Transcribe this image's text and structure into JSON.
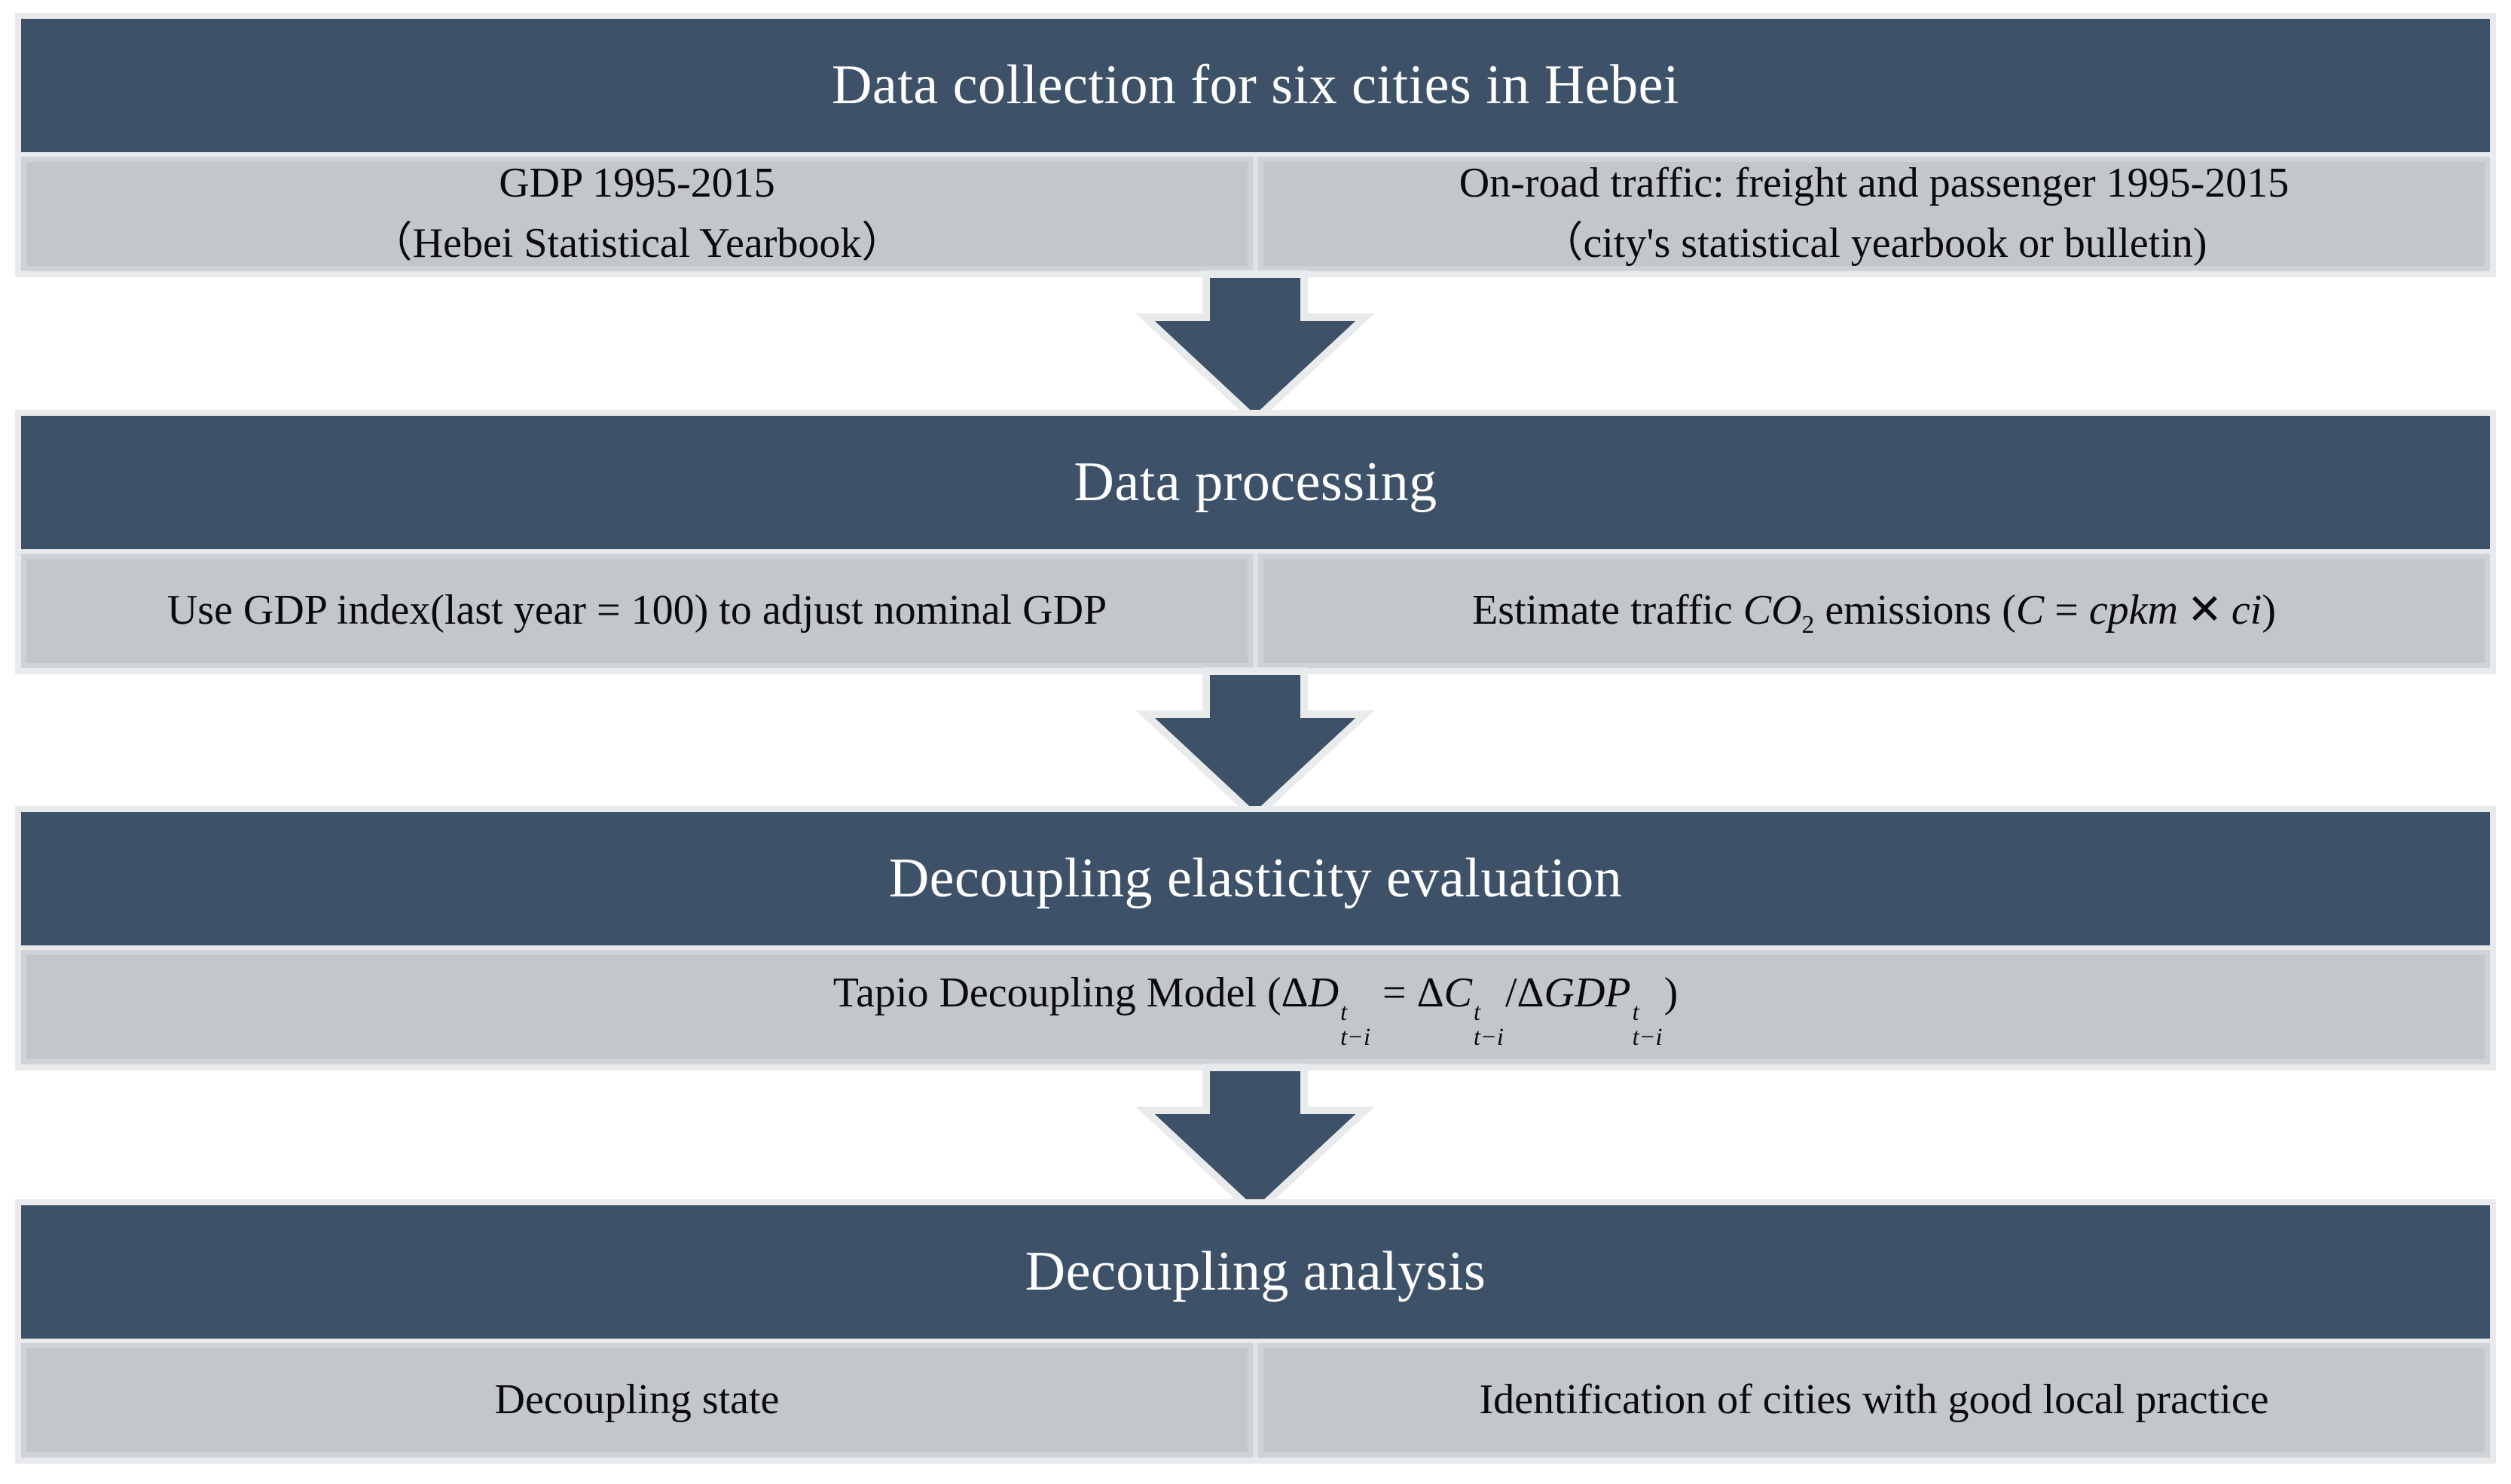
{
  "palette": {
    "navy": "#3D5268",
    "cell_gray": "#C3C7CC",
    "cell_border": "#CFD3D7",
    "divider": "#DFE3E6",
    "frame": "#E8EAEB",
    "background": "#FFFFFF",
    "text_dark": "#0A0A0C",
    "text_light": "#FFFFFF"
  },
  "blocks": {
    "collection": {
      "title": "Data collection for six cities in Hebei",
      "left_line1": "GDP 1995-2015",
      "left_line2": "（Hebei Statistical Yearbook）",
      "right_line1": "On-road traffic: freight and passenger 1995-2015",
      "right_line2": "（city's statistical yearbook or bulletin)"
    },
    "processing": {
      "title": "Data processing",
      "left_line1": "Use GDP index(last year = 100) to adjust nominal GDP",
      "right_html": "Estimate traffic <i>CO</i><sub>2</sub> emissions (<i>C</i> = <i>cpkm</i><span class=\"mult\">✕</span><i>ci</i>)"
    },
    "elasticity": {
      "title": "Decoupling elasticity evaluation",
      "formula_html": "Tapio Decoupling Model (Δ<i>D</i><span class=\"ss\"><span>t</span><span>t−i</span></span> = Δ<i>C</i><span class=\"ss\"><span>t</span><span>t−i</span></span>/Δ<i>GDP</i><span class=\"ss\"><span>t</span><span>t−i</span></span>)"
    },
    "analysis": {
      "title": "Decoupling analysis",
      "left_line1": "Decoupling state",
      "right_line1": "Identification of cities with good local practice"
    }
  }
}
